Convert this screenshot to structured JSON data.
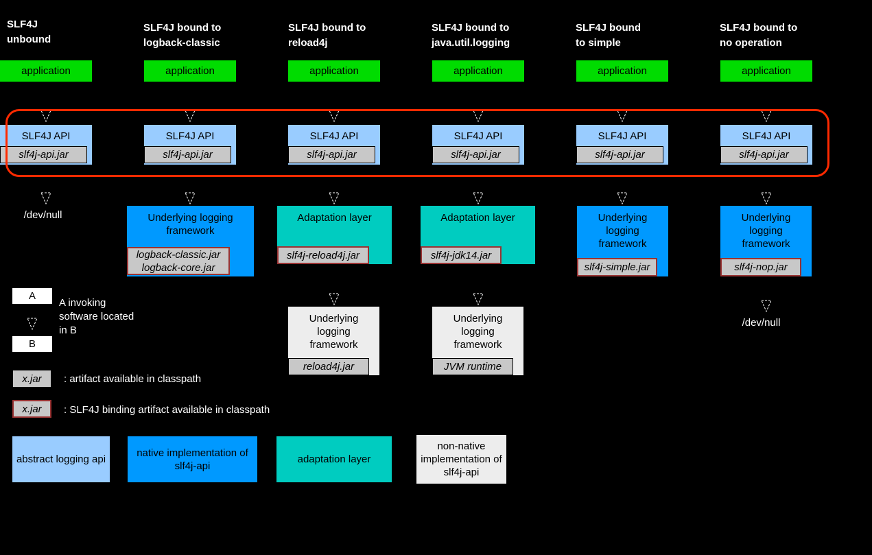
{
  "colors": {
    "background": "#000000",
    "application_green": "#00DC00",
    "api_light_blue": "#99CCFF",
    "native_blue": "#0099FF",
    "adaptation_teal": "#00CCC0",
    "non_native_gray": "#EDEDED",
    "jar_gray": "#C8C8C8",
    "binding_border_red": "#993333",
    "frame_red": "#FF2A00"
  },
  "columns": [
    {
      "header": "SLF4J\nunbound",
      "app_label": "application",
      "api_label": "SLF4J API",
      "api_jar": "slf4j-api.jar",
      "devnull": "/dev/null"
    },
    {
      "header": "SLF4J bound to\nlogback-classic",
      "app_label": "application",
      "api_label": "SLF4J API",
      "api_jar": "slf4j-api.jar",
      "tier2": {
        "label": "Underlying logging framework",
        "jar": "logback-classic.jar",
        "jar2": "logback-core.jar"
      }
    },
    {
      "header": "SLF4J bound to\nreload4j",
      "app_label": "application",
      "api_label": "SLF4J API",
      "api_jar": "slf4j-api.jar",
      "tier2": {
        "label": "Adaptation layer",
        "jar": "slf4j-reload4j.jar"
      },
      "tier3": {
        "label": "Underlying logging framework",
        "jar": "reload4j.jar"
      }
    },
    {
      "header": "SLF4J bound to\njava.util.logging",
      "app_label": "application",
      "api_label": "SLF4J API",
      "api_jar": "slf4j-api.jar",
      "tier2": {
        "label": "Adaptation layer",
        "jar": "slf4j-jdk14.jar"
      },
      "tier3": {
        "label": "Underlying logging framework",
        "jar": "JVM runtime"
      }
    },
    {
      "header": "SLF4J bound\nto simple",
      "app_label": "application",
      "api_label": "SLF4J API",
      "api_jar": "slf4j-api.jar",
      "tier2": {
        "label": "Underlying logging framework",
        "jar": "slf4j-simple.jar"
      }
    },
    {
      "header": "SLF4J bound to\nno operation",
      "app_label": "application",
      "api_label": "SLF4J API",
      "api_jar": "slf4j-api.jar",
      "tier2": {
        "label": "Underlying logging framework",
        "jar": "slf4j-nop.jar"
      },
      "devnull": "/dev/null"
    }
  ],
  "legend": {
    "a_label": "A",
    "b_label": "B",
    "ab_text": "A invoking\nsoftware located\nin B",
    "jar_sample1": "x.jar",
    "jar_sample1_text": ": artifact available in classpath",
    "jar_sample2": "x.jar",
    "jar_sample2_text": ": SLF4J binding artifact available in classpath",
    "boxes": [
      {
        "label": "abstract logging api"
      },
      {
        "label": "native implementation of slf4j-api"
      },
      {
        "label": "adaptation layer"
      },
      {
        "label": "non-native implementation of slf4j-api"
      }
    ]
  }
}
